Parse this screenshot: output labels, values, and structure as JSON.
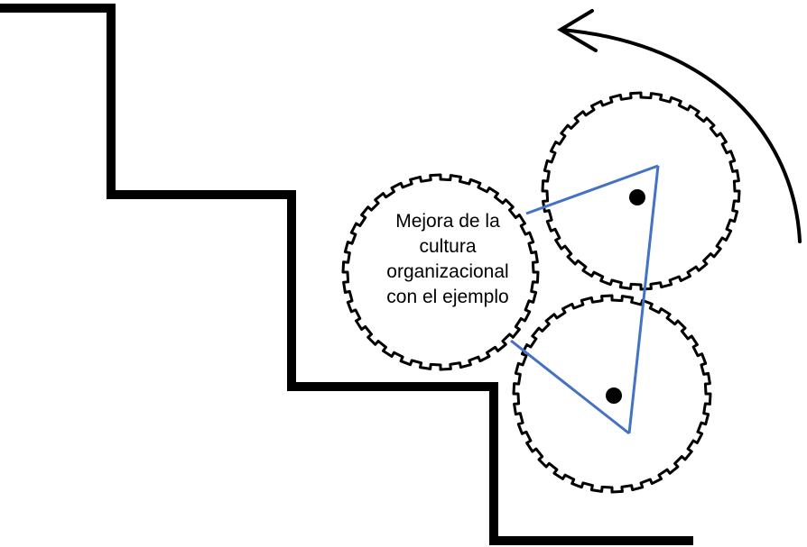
{
  "label_lines": [
    "Mejora de la",
    "cultura",
    "organizacional",
    "con el ejemplo"
  ],
  "colors": {
    "stairs": "#000000",
    "gear_outline": "#000000",
    "triangle": "#4472c4",
    "arrow": "#000000",
    "background": "#ffffff"
  },
  "icons": [
    "staircase",
    "gear",
    "gear",
    "gear",
    "rotation-arrow-icon"
  ]
}
